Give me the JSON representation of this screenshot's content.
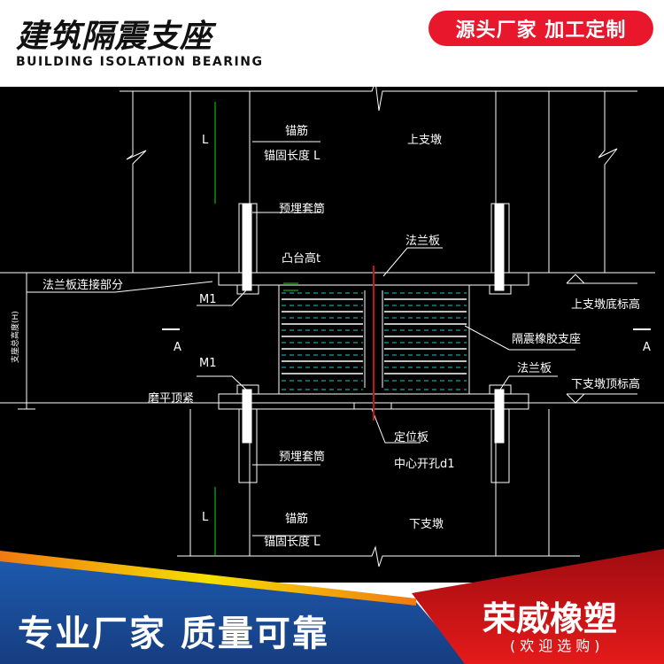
{
  "header": {
    "title_cn": "建筑隔震支座",
    "title_en": "Building isolation bearing",
    "badge": "源头厂家  加工定制"
  },
  "drawing": {
    "anchor_top": "锚筋",
    "anchor_len_top": "锚固长度 L",
    "upper_pier": "上支墩",
    "sleeve_top": "预埋套筒",
    "boss_height": "凸台高t",
    "flange_top": "法兰板",
    "flange_connection": "法兰板连接部分",
    "m1_top": "M1",
    "upper_pier_bottom_elev": "上支墩底标高",
    "total_height": "支座总高度(H)",
    "section_left": "A",
    "section_right": "A",
    "rubber_bearing": "隔震橡胶支座",
    "m1_bottom": "M1",
    "flange_bottom": "法兰板",
    "lower_pier_top_elev": "下支墩顶标高",
    "ground_tight": "磨平顶紧",
    "locating_plate": "定位板",
    "sleeve_bottom": "预埋套筒",
    "center_hole": "中心开孔d1",
    "anchor_bottom": "锚筋",
    "anchor_len_bottom": "锚固长度 L",
    "lower_pier": "下支墩",
    "l_top": "L",
    "l_bottom": "L",
    "colors": {
      "line": "#ffffff",
      "hatch": "#1fc6c6",
      "dim": "#19d419",
      "axis": "#c0151a"
    }
  },
  "footer": {
    "slogan": "专业厂家  质量可靠",
    "brand": "荣威橡塑",
    "brand_sub": "(欢迎选购)"
  }
}
